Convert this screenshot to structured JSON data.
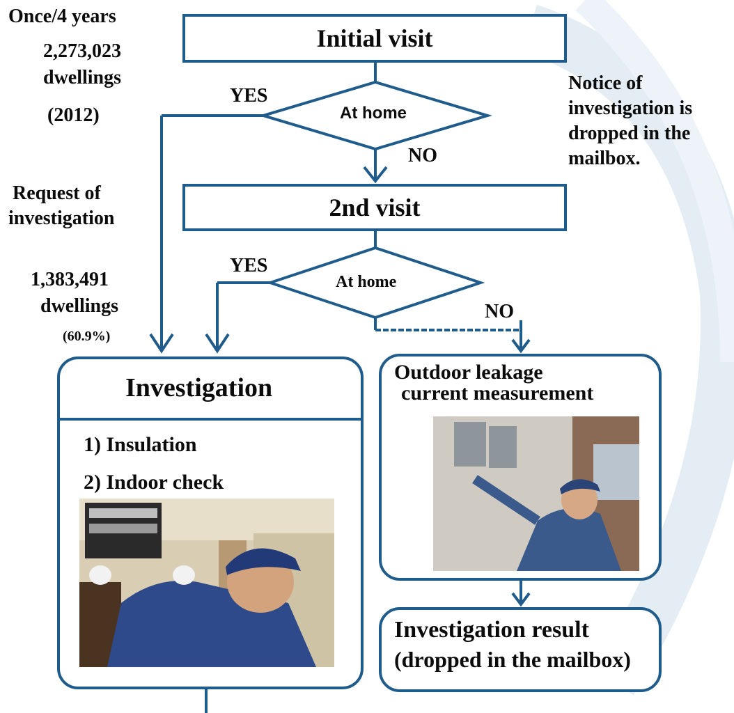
{
  "colors": {
    "line": "#1f5c8c",
    "text": "#0b0b0b",
    "deco": "#e4edf4"
  },
  "left_notes": {
    "frequency": "Once/4 years",
    "dwellings_total": "2,273,023",
    "dwellings_total_unit": "dwellings",
    "year": "(2012)",
    "request_label_line1": "Request of",
    "request_label_line2": "investigation",
    "dwellings_investigated": "1,383,491",
    "dwellings_investigated_unit": "dwellings",
    "rate": "(60.9%)"
  },
  "right_note": {
    "line1": "Notice of",
    "line2": "investigation is",
    "line3": "dropped in the",
    "line4": "mailbox."
  },
  "flow": {
    "initial_visit": "Initial visit",
    "decision1": {
      "label": "At home",
      "yes": "YES",
      "no": "NO"
    },
    "second_visit": "2nd visit",
    "decision2": {
      "label": "At home",
      "yes": "YES",
      "no": "NO"
    },
    "investigation": {
      "title": "Investigation",
      "item1": "1) Insulation",
      "item2": "2) Indoor check"
    },
    "outdoor": {
      "title_line1": "Outdoor leakage",
      "title_line2": "current measurement"
    },
    "result": {
      "line1": "Investigation result",
      "line2": "(dropped in the mailbox)"
    }
  },
  "icons": [
    "worker-indoor-photo",
    "worker-outdoor-photo"
  ]
}
